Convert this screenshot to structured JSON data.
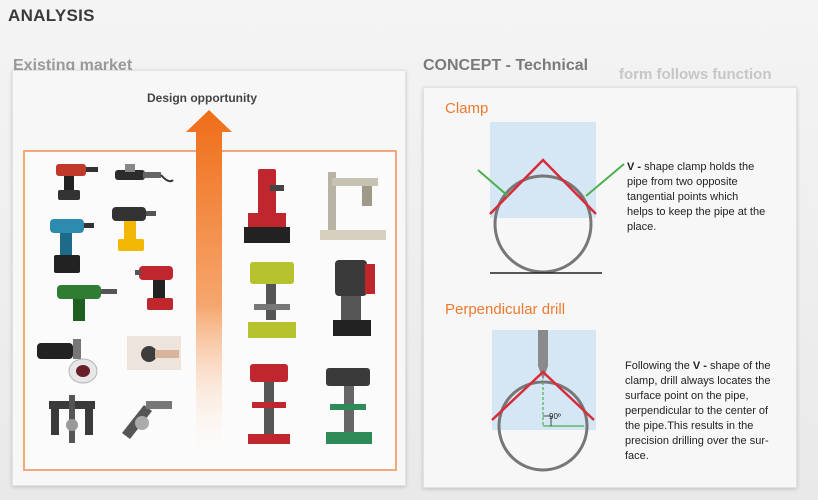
{
  "page_title": "ANALYSIS",
  "left": {
    "title": "Existing market",
    "arrow_label": "Design opportunity"
  },
  "right": {
    "title": "CONCEPT - Technical",
    "tagline": "form follows function",
    "clamp": {
      "heading": "Clamp",
      "bold_prefix": "V -",
      "text": " shape clamp holds the pipe from two opposite tangential points which helps to keep the pipe at the place."
    },
    "drill": {
      "heading": "Perpendicular drill",
      "text_before": "Following the ",
      "bold_mid": "V -",
      "text_after": " shape of the clamp, drill always locates the surface point on the pipe, perpendicular to the center of the pipe.This results in the precision drilling over the sur-face.",
      "angle_label": "90º"
    }
  },
  "colors": {
    "orange": "#ef7a2a",
    "red_v": "#d92b3a",
    "green": "#4caf50",
    "blue_zone": "#cfe4f5",
    "pipe": "#777777"
  },
  "icons": {
    "left_column": [
      "cordless-drill-icon",
      "heat-gun-icon",
      "cordless-drill-icon",
      "cordless-drill-icon",
      "cordless-drill-icon",
      "cordless-drill-icon",
      "screwdriver-drill-icon",
      "pipe-cutter-icon",
      "pipe-clamp-icon",
      "pipe-vise-icon",
      "pipe-vise-icon"
    ],
    "right_column": [
      "magnetic-drill-icon",
      "radial-drill-icon",
      "bench-drill-press-icon",
      "magnetic-drill-icon",
      "floor-drill-press-icon",
      "floor-drill-press-icon"
    ]
  }
}
